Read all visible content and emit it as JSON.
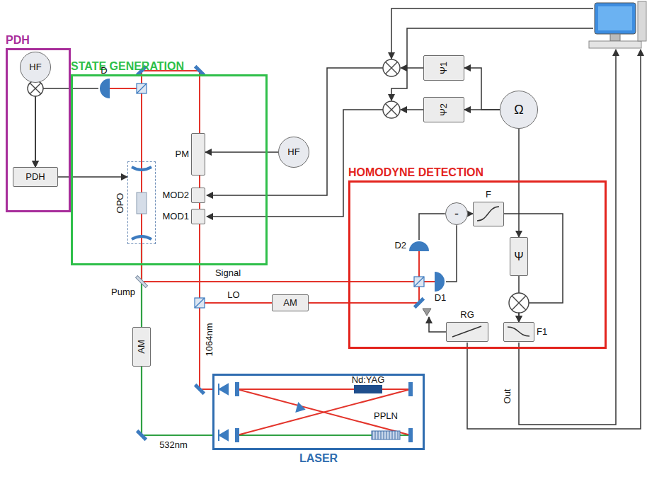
{
  "diagram": {
    "nodes": [
      {
        "text": [
          "PDH"
        ]
      },
      {
        "text": [
          "HF"
        ],
        "in": 0
      },
      {
        "text": [
          "PDH"
        ],
        "in": 0
      },
      {
        "text": [
          "STATE GENERATION"
        ]
      },
      {
        "text": [
          "PM"
        ],
        "in": 3
      },
      {
        "text": [
          "MOD2"
        ],
        "in": 3
      },
      {
        "text": [
          "MOD1"
        ],
        "in": 3
      },
      {
        "text": [
          "OPO"
        ],
        "in": 3
      },
      {
        "text": [
          "D"
        ],
        "in": 3
      },
      {
        "text": [
          "HF"
        ]
      },
      {
        "text": [
          "Ψ1"
        ]
      },
      {
        "text": [
          "Ψ2"
        ]
      },
      {
        "text": [
          "Ω"
        ]
      },
      {
        "text": [
          "HOMODYNE DETECTION"
        ]
      },
      {
        "text": [
          "D2"
        ],
        "in": 13
      },
      {
        "text": [
          "D1"
        ],
        "in": 13
      },
      {
        "text": [
          "-"
        ],
        "in": 13
      },
      {
        "text": [
          "F"
        ],
        "in": 13
      },
      {
        "text": [
          "Ψ"
        ],
        "in": 13
      },
      {
        "text": [
          "RG"
        ],
        "in": 13
      },
      {
        "text": [
          "F1"
        ],
        "in": 13
      },
      {
        "text": [
          "AM"
        ]
      },
      {
        "text": [
          "AM"
        ]
      },
      {
        "text": [
          "LASER"
        ]
      }
    ],
    "edges": [
      {
        "from": 1,
        "to": 2,
        "arrow": "to"
      },
      {
        "from": 8,
        "to": 2,
        "arrow": "to"
      },
      {
        "from": 2,
        "to": 7,
        "arrow": "to"
      },
      {
        "from": 9,
        "to": 4,
        "arrow": "to"
      },
      {
        "from": 12,
        "to": 10,
        "arrow": "to"
      },
      {
        "from": 12,
        "to": 11,
        "arrow": "to"
      },
      {
        "from": 12,
        "to": 18,
        "arrow": "to"
      },
      {
        "from": 14,
        "to": 16,
        "arrow": "none"
      },
      {
        "from": 15,
        "to": 16,
        "arrow": "none"
      },
      {
        "from": 16,
        "to": 17,
        "arrow": "to"
      },
      {
        "from": 17,
        "to": 20,
        "arrow": "to"
      },
      {
        "from": 18,
        "to": 20,
        "arrow": "to"
      }
    ],
    "labels": [
      "Signal",
      "LO",
      "Pump",
      "1064nm",
      "532nm",
      "Nd:YAG",
      "PPLN",
      "Out"
    ]
  }
}
